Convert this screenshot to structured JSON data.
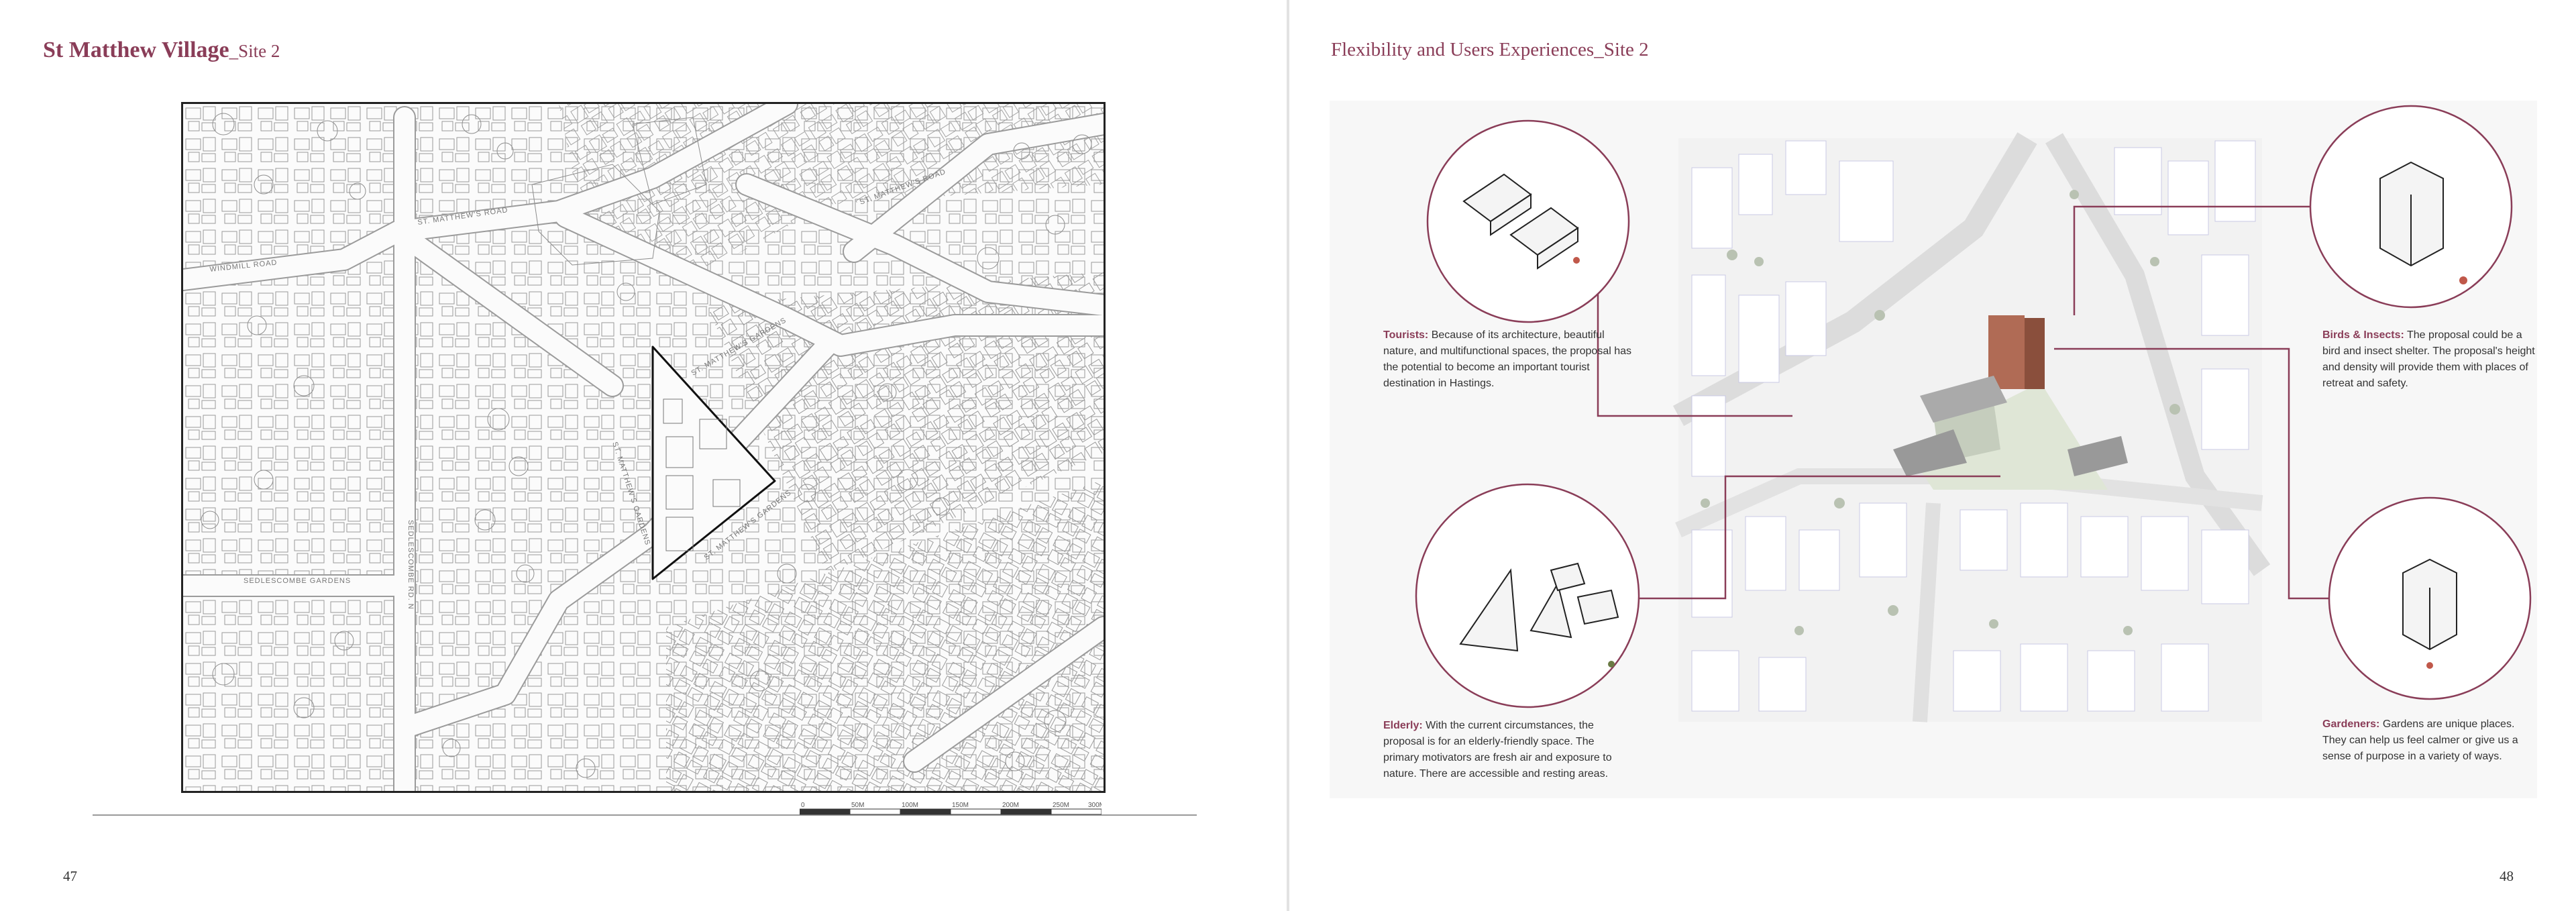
{
  "left_page": {
    "title_main": "St Matthew Village",
    "title_sub": "_Site 2",
    "page_number": "47",
    "map": {
      "streets": [
        "ST. MATTHEW'S ROAD",
        "WINDMILL ROAD",
        "SEDLESCOMBE GARDENS",
        "SEDLESCOMBE RD. N",
        "ST. MATTHEW'S GARDENS",
        "ST. MATTHEW'S GARDENS",
        "ST. MATTHEW'S GARDENS",
        "ST. MATTHEW'S ROAD"
      ]
    },
    "scale_labels": [
      "0",
      "50M",
      "100M",
      "150M",
      "200M",
      "250M",
      "300M"
    ]
  },
  "right_page": {
    "title": "Flexibility and Users Experiences_Site 2",
    "page_number": "48",
    "accent_color": "#8a3d58",
    "captions": {
      "tourists": {
        "label": "Tourists:",
        "text": " Because of its architecture, beautiful nature, and multifunctional spaces, the proposal has the potential to become an important tourist destination in Hastings."
      },
      "elderly": {
        "label": "Elderly:",
        "text": " With the current circumstances, the proposal is for an elderly-friendly space. The primary motivators are fresh air and exposure to nature. There are accessible and resting areas."
      },
      "birds": {
        "label": "Birds & Insects:",
        "text": " The proposal could be a bird and insect shelter. The proposal's height and density will provide them with places of retreat and safety."
      },
      "gardeners": {
        "label": "Gardeners:",
        "text": " Gardens are unique places. They can help us feel calmer or give us a sense of purpose in a variety of ways."
      }
    }
  }
}
